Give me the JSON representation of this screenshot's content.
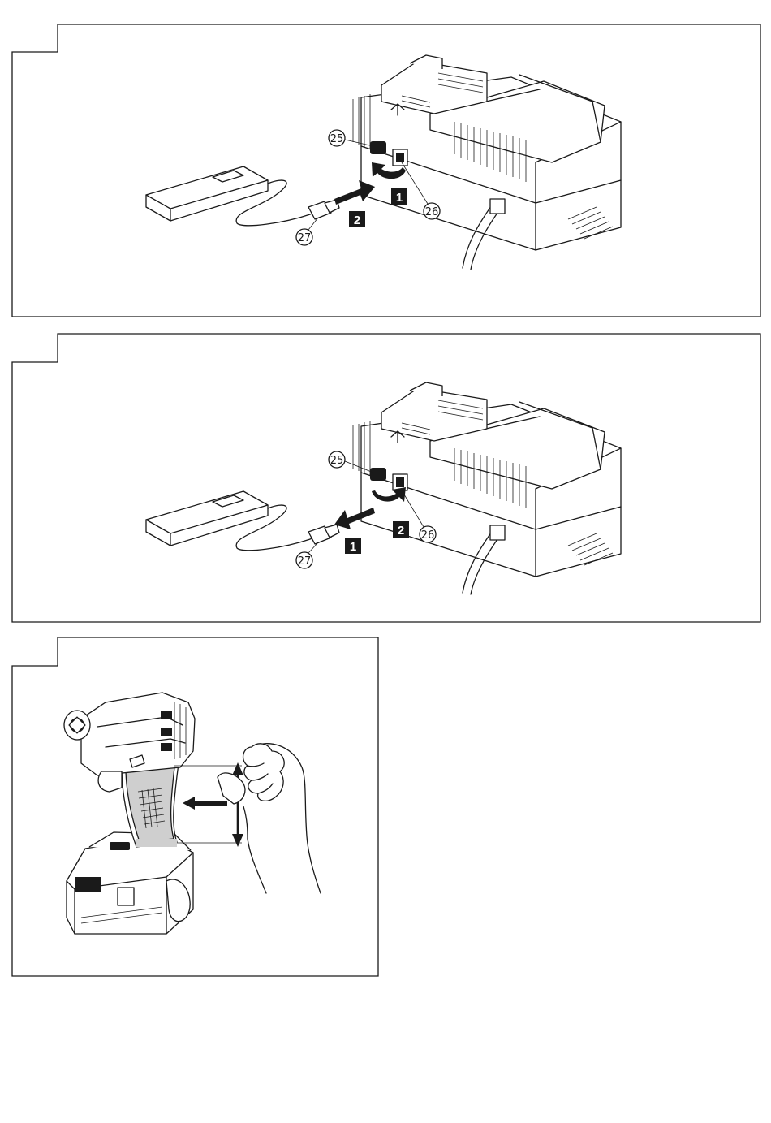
{
  "figures": [
    {
      "callouts": {
        "switch": "25",
        "usb_port": "26",
        "usb_cable": "27"
      },
      "steps": {
        "open_cover": "1",
        "insert_plug": "2"
      }
    },
    {
      "callouts": {
        "switch": "25",
        "usb_port": "26",
        "usb_cable": "27"
      },
      "steps": {
        "remove_plug": "1",
        "close_cover": "2"
      }
    },
    {}
  ],
  "icons": [
    "battery-charger",
    "power-bank",
    "usb-plug",
    "push-arrow",
    "curved-arrow",
    "impact-driver",
    "hand",
    "double-arrow"
  ]
}
